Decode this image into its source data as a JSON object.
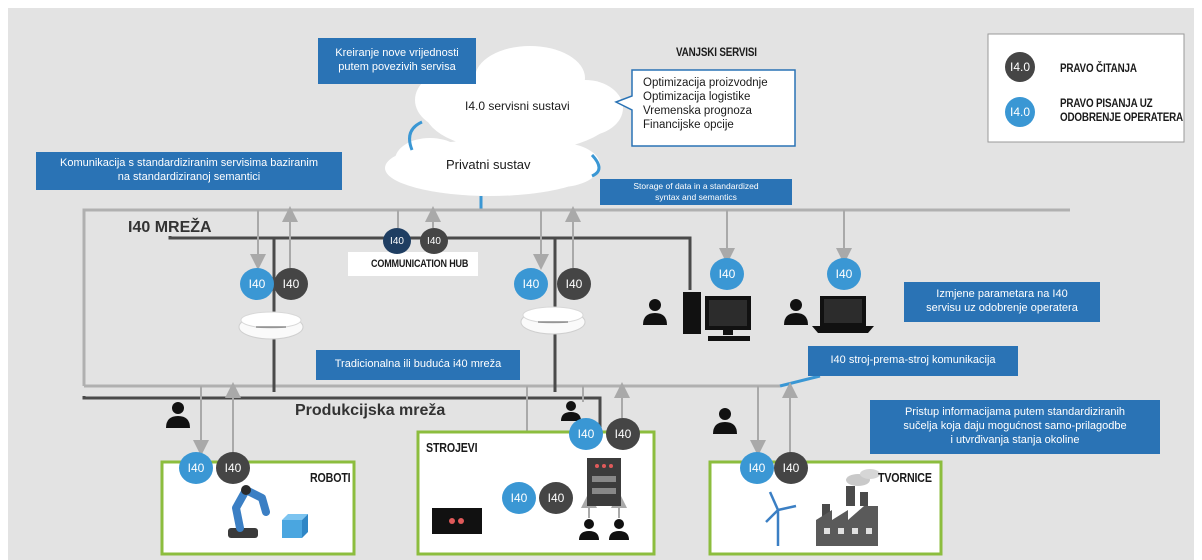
{
  "legend": {
    "read_badge": "I4.0",
    "read_label": "PRAVO ČITANJA",
    "write_badge": "I4.0",
    "write_label_line1": "PRAVO PISANJA UZ",
    "write_label_line2": "ODOBRENJE OPERATERA"
  },
  "cloud": {
    "note_line1": "Kreiranje  nove vrijednosti",
    "note_line2": "putem povezivih  servisa",
    "upper_label": "I4.0 servisni sustavi",
    "lower_label": "Privatni sustav"
  },
  "external_services": {
    "title": "VANJSKI SERVISI",
    "items": [
      "Optimizacija proizvodnje",
      "Optimizacija logistike",
      "Vremenska prognoza",
      "Financijske opcije"
    ]
  },
  "storage_note": {
    "line1": "Storage of data in a standardized",
    "line2": "syntax and semantics"
  },
  "communication_note": {
    "line1": "Komunikacija s standardiziranim servisima baziranim",
    "line2": "na standardiziranoj semantici"
  },
  "network": {
    "i40_label": "I40 MREŽA",
    "production_label": "Produkcijska mreža",
    "hub_label": "COMMUNICATION HUB",
    "badge": "I40"
  },
  "notes": {
    "traditional": "Tradicionalna ili buduća i40 mreža",
    "param_line1": "Izmjene parametara na I40",
    "param_line2": "servisu uz odobrenje operatera",
    "m2m": "I40 stroj-prema-stroj komunikacija",
    "access_line1": "Pristup informacijama putem standardiziranih",
    "access_line2": "sučelja koja daju mogućnost samo-prilagodbe",
    "access_line3": "i utvrđivanja stanja okoline"
  },
  "boxes": {
    "robots": "ROBOTI",
    "machines": "STROJEVI",
    "factories": "TVORNICE"
  },
  "colors": {
    "blue_badge": "#3a97d4",
    "dark_badge": "#444444",
    "note_blue": "#2a73b5",
    "box_green": "#8cbd3e",
    "line_gray": "#a9a9a9",
    "line_dark": "#4a4a4a"
  }
}
